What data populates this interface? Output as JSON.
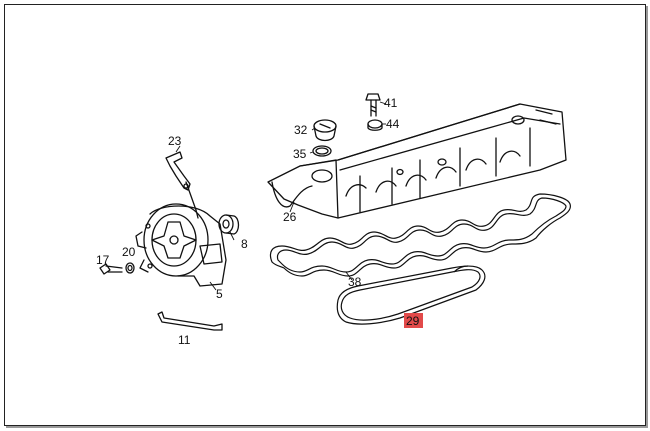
{
  "diagram": {
    "labels": {
      "p23": "23",
      "p41": "41",
      "p32": "32",
      "p44": "44",
      "p35": "35",
      "p26": "26",
      "p8": "8",
      "p20": "20",
      "p17": "17",
      "p5": "5",
      "p38": "38",
      "p29": "29",
      "p11": "11"
    },
    "highlighted_label": "p29",
    "colors": {
      "highlight": "#e24a4a",
      "line": "#111111"
    }
  }
}
